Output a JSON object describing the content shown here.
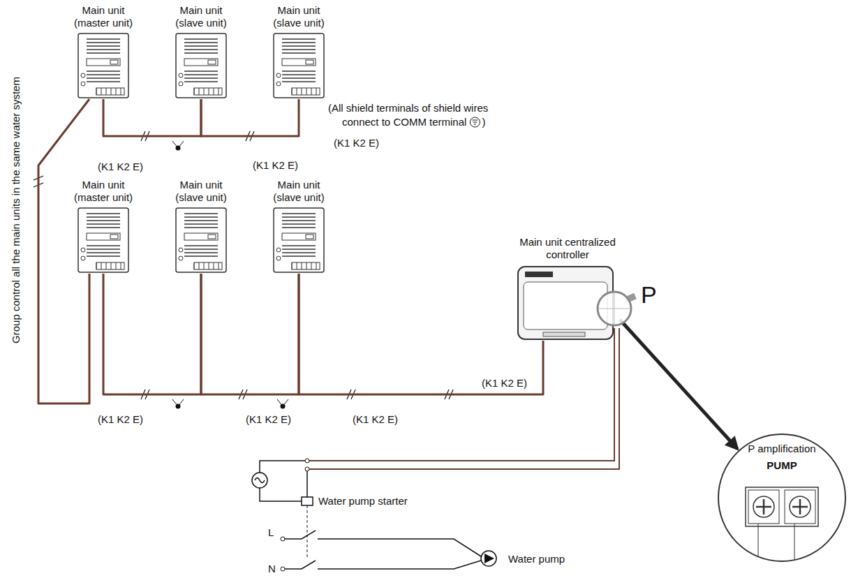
{
  "diagram": {
    "nodes": [
      {
        "text": [
          "Main unit (master unit)"
        ]
      },
      {
        "text": [
          "Main unit (slave unit)"
        ]
      },
      {
        "text": [
          "Main unit (slave unit)"
        ]
      },
      {
        "text": [
          "Main unit (master unit)"
        ]
      },
      {
        "text": [
          "Main unit (slave unit)"
        ]
      },
      {
        "text": [
          "Main unit (slave unit)"
        ]
      },
      {
        "text": [
          "Main unit centralized controller"
        ]
      },
      {
        "text": [
          "P amplification",
          "PUMP"
        ]
      }
    ],
    "edges": [
      {
        "from": 0,
        "to": 1,
        "arrow": "none"
      },
      {
        "from": 1,
        "to": 2,
        "arrow": "none"
      },
      {
        "from": 0,
        "to": 3,
        "arrow": "none"
      },
      {
        "from": 3,
        "to": 4,
        "arrow": "none"
      },
      {
        "from": 4,
        "to": 5,
        "arrow": "none"
      },
      {
        "from": 5,
        "to": 6,
        "arrow": "none"
      },
      {
        "from": 6,
        "to": 7,
        "arrow": "to"
      }
    ],
    "labels": [
      "(All shield terminals of shield wires",
      "connect to COMM terminal",
      ")",
      "(K1 K2 E)",
      "(K1 K2 E)",
      "(K1 K2 E)",
      "(K1 K2 E)",
      "(K1 K2 E)",
      "(K1 K2 E)",
      "(K1 K2 E)",
      "Group control all the main units in the same water system",
      "P",
      "Water pump starter",
      "L",
      "N",
      "Water pump"
    ]
  }
}
